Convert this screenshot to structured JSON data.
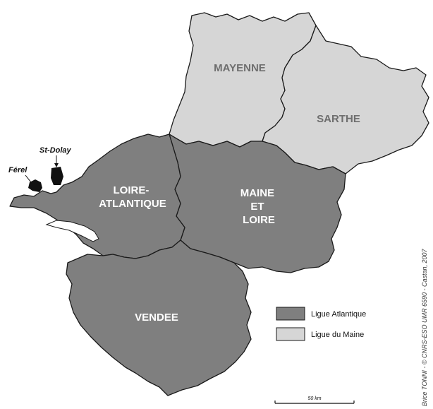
{
  "departments": {
    "mayenne": "MAYENNE",
    "sarthe": "SARTHE",
    "loire_atlantique": [
      "LOIRE-",
      "ATLANTIQUE"
    ],
    "maine_et_loire": [
      "MAINE",
      "ET",
      "LOIRE"
    ],
    "vendee": "VENDEE"
  },
  "places": {
    "ferel": "Férel",
    "st_dolay": "St-Dolay"
  },
  "legend": {
    "atlantique": {
      "label": "Ligue Atlantique",
      "color": "#7f7f7f"
    },
    "maine": {
      "label": "Ligue du Maine",
      "color": "#d6d6d6"
    }
  },
  "scale": {
    "label": "50 km"
  },
  "credit": "Brice TONNI - © CNRS-ESO UMR 6590 - Castan, 2007"
}
